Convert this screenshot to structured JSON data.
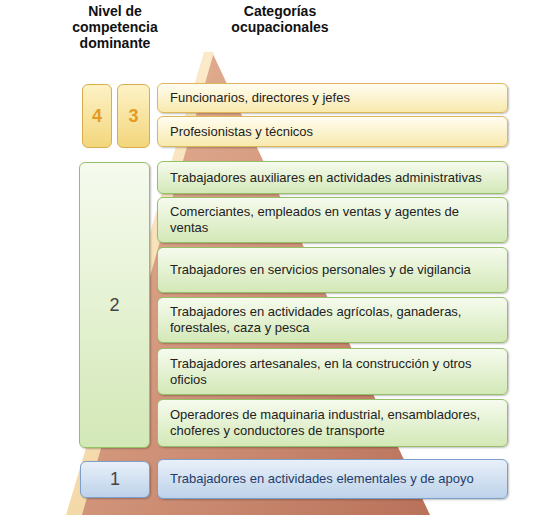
{
  "diagram": {
    "nodes": [
      {
        "text": [
          "4"
        ]
      },
      {
        "text": [
          "3"
        ]
      },
      {
        "text": [
          "Funcionarios, directores y jefes"
        ]
      },
      {
        "text": [
          "Profesionistas y técnicos"
        ]
      },
      {
        "text": [
          "2"
        ]
      },
      {
        "text": [
          "Trabajadores auxiliares en actividades administrativas"
        ]
      },
      {
        "text": [
          "Comerciantes, empleados en ventas y agentes de ventas"
        ]
      },
      {
        "text": [
          "Trabajadores en servicios personales y de vigilancia"
        ]
      },
      {
        "text": [
          "Trabajadores en actividades agrícolas, ganaderas, forestales, caza y pesca"
        ]
      },
      {
        "text": [
          "Trabajadores artesanales, en la construcción y otros oficios"
        ]
      },
      {
        "text": [
          "Operadores de maquinaria industrial, ensambladores, choferes y conductores de transporte"
        ]
      },
      {
        "text": [
          "1"
        ]
      },
      {
        "text": [
          "Trabajadores en actividades elementales y de apoyo"
        ]
      }
    ],
    "labels": [
      "Nivel de competencia dominante",
      "Categorías ocupacionales"
    ]
  }
}
